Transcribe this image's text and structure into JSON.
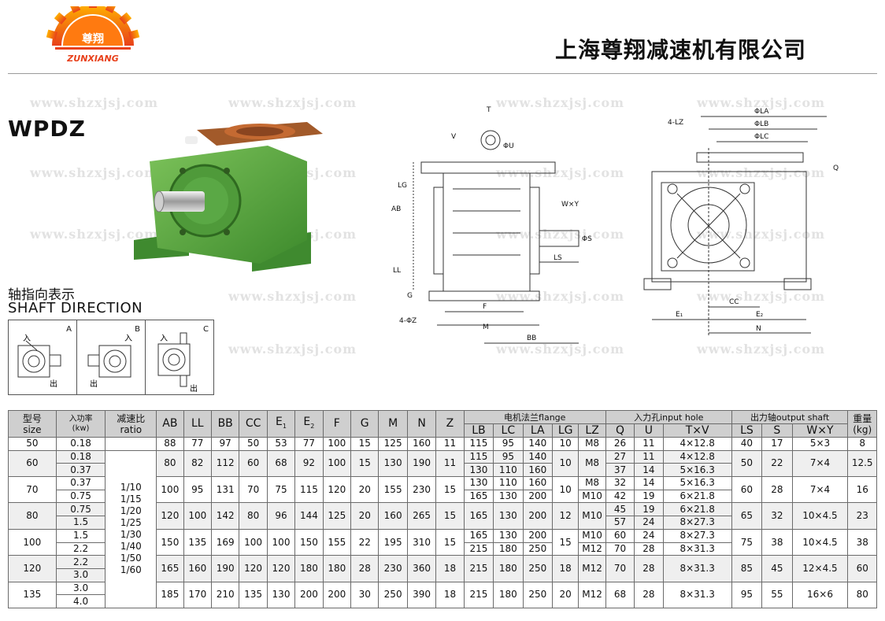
{
  "header": {
    "logo_cn": "尊翔",
    "logo_en": "ZUNXIANG",
    "company": "上海尊翔减速机有限公司"
  },
  "watermark": "www.shzxjsj.com",
  "model": "WPDZ",
  "shaft_direction": {
    "title_cn": "轴指向表示",
    "title_en": "SHAFT DIRECTION",
    "in_label": "入",
    "out_label": "出",
    "variants": [
      "A",
      "B",
      "C"
    ]
  },
  "drawing_labels": {
    "side": [
      "T",
      "V",
      "ΦU",
      "LG",
      "AB",
      "W×Y",
      "ΦS",
      "LS",
      "LL",
      "G",
      "4-ΦZ",
      "F",
      "M",
      "BB"
    ],
    "front": [
      "4-LZ",
      "ΦLA",
      "ΦLB",
      "ΦLC",
      "Q",
      "CC",
      "E₁",
      "E₂",
      "N"
    ]
  },
  "colors": {
    "header_bg": "#cfcfcf",
    "row_shade": "#efefef",
    "body_green": "#4f9a3a"
  },
  "table": {
    "head": {
      "model": "型号",
      "size": "size",
      "power": "入功率",
      "power_unit": "(kw)",
      "ratio_cn": "减速比",
      "ratio_en": "ratio",
      "AB": "AB",
      "LL": "LL",
      "BB": "BB",
      "CC": "CC",
      "E1": "E",
      "E2": "E",
      "F": "F",
      "G": "G",
      "M": "M",
      "N": "N",
      "Z": "Z",
      "flange": "电机法兰flange",
      "LB": "LB",
      "LC": "LC",
      "LA": "LA",
      "LG": "LG",
      "LZ": "LZ",
      "input": "入力孔input hole",
      "Q": "Q",
      "U": "U",
      "TV": "T×V",
      "output": "出力轴output shaft",
      "LS": "LS",
      "S": "S",
      "WY": "W×Y",
      "weight": "重量",
      "weight_unit": "(kg)",
      "sub1": "1",
      "sub2": "2"
    },
    "ratios": [
      "1/10",
      "1/15",
      "1/20",
      "1/25",
      "1/30",
      "1/40",
      "1/50",
      "1/60"
    ],
    "rows": [
      {
        "size": "50",
        "power": "0.18",
        "AB": "88",
        "LL": "77",
        "BB": "97",
        "CC": "50",
        "E1": "53",
        "E2": "77",
        "F": "100",
        "G": "15",
        "M": "125",
        "N": "160",
        "Z": "11",
        "LB": "115",
        "LC": "95",
        "LA": "140",
        "LG": "10",
        "LZ": "M8",
        "Q": "26",
        "U": "11",
        "TV": "4×12.8",
        "LS": "40",
        "S": "17",
        "WY": "5×3",
        "kg": "8"
      },
      {
        "size": "60",
        "power": "0.18",
        "AB": "80",
        "LL": "82",
        "BB": "112",
        "CC": "60",
        "E1": "68",
        "E2": "92",
        "F": "100",
        "G": "15",
        "M": "130",
        "N": "190",
        "Z": "11",
        "LB": "115",
        "LC": "95",
        "LA": "140",
        "LG": "10",
        "LZ": "M8",
        "Q": "27",
        "U": "11",
        "TV": "4×12.8",
        "LS": "50",
        "S": "22",
        "WY": "7×4",
        "kg": "12.5"
      },
      {
        "power": "0.37",
        "LB": "130",
        "LC": "110",
        "LA": "160",
        "Q": "37",
        "U": "14",
        "TV": "5×16.3"
      },
      {
        "size": "70",
        "power": "0.37",
        "AB": "100",
        "LL": "95",
        "BB": "131",
        "CC": "70",
        "E1": "75",
        "E2": "115",
        "F": "120",
        "G": "20",
        "M": "155",
        "N": "230",
        "Z": "15",
        "LB": "130",
        "LC": "110",
        "LA": "160",
        "LG": "10",
        "LZ": "M8",
        "Q": "32",
        "U": "14",
        "TV": "5×16.3",
        "LS": "60",
        "S": "28",
        "WY": "7×4",
        "kg": "16"
      },
      {
        "power": "0.75",
        "LB": "165",
        "LC": "130",
        "LA": "200",
        "LZ": "M10",
        "Q": "42",
        "U": "19",
        "TV": "6×21.8"
      },
      {
        "size": "80",
        "power": "0.75",
        "AB": "120",
        "LL": "100",
        "BB": "142",
        "CC": "80",
        "E1": "96",
        "E2": "144",
        "F": "125",
        "G": "20",
        "M": "160",
        "N": "265",
        "Z": "15",
        "LB": "165",
        "LC": "130",
        "LA": "200",
        "LG": "12",
        "LZ": "M10",
        "Q": "45",
        "U": "19",
        "TV": "6×21.8",
        "LS": "65",
        "S": "32",
        "WY": "10×4.5",
        "kg": "23"
      },
      {
        "power": "1.5",
        "Q": "57",
        "U": "24",
        "TV": "8×27.3"
      },
      {
        "size": "100",
        "power": "1.5",
        "AB": "150",
        "LL": "135",
        "BB": "169",
        "CC": "100",
        "E1": "100",
        "E2": "150",
        "F": "155",
        "G": "22",
        "M": "195",
        "N": "310",
        "Z": "15",
        "LB": "165",
        "LC": "130",
        "LA": "200",
        "LG": "15",
        "LZ": "M10",
        "Q": "60",
        "U": "24",
        "TV": "8×27.3",
        "LS": "75",
        "S": "38",
        "WY": "10×4.5",
        "kg": "38"
      },
      {
        "power": "2.2",
        "LB": "215",
        "LC": "180",
        "LA": "250",
        "LZ": "M12",
        "Q": "70",
        "U": "28",
        "TV": "8×31.3"
      },
      {
        "size": "120",
        "power": "2.2",
        "AB": "165",
        "LL": "160",
        "BB": "190",
        "CC": "120",
        "E1": "120",
        "E2": "180",
        "F": "180",
        "G": "28",
        "M": "230",
        "N": "360",
        "Z": "18",
        "LB": "215",
        "LC": "180",
        "LA": "250",
        "LG": "18",
        "LZ": "M12",
        "Q": "70",
        "U": "28",
        "TV": "8×31.3",
        "LS": "85",
        "S": "45",
        "WY": "12×4.5",
        "kg": "60"
      },
      {
        "power": "3.0"
      },
      {
        "size": "135",
        "power": "3.0",
        "AB": "185",
        "LL": "170",
        "BB": "210",
        "CC": "135",
        "E1": "130",
        "E2": "200",
        "F": "200",
        "G": "30",
        "M": "250",
        "N": "390",
        "Z": "18",
        "LB": "215",
        "LC": "180",
        "LA": "250",
        "LG": "20",
        "LZ": "M12",
        "Q": "68",
        "U": "28",
        "TV": "8×31.3",
        "LS": "95",
        "S": "55",
        "WY": "16×6",
        "kg": "80"
      },
      {
        "power": "4.0"
      }
    ]
  }
}
